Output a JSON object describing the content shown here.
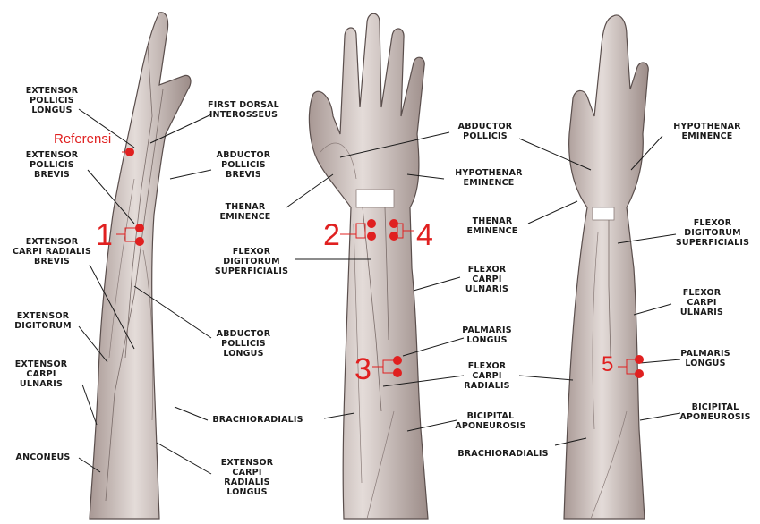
{
  "colors": {
    "marker": "#e02020",
    "leader": "#1a1a1a",
    "skin": "#dcd4d0",
    "muscle": "#b9aaa6"
  },
  "markers": {
    "ref": "Referensi",
    "m1": "1",
    "m2": "2",
    "m3": "3",
    "m4": "4",
    "m5": "5"
  },
  "labels": {
    "epl": "EXTENSOR\nPOLLICIS\nLONGUS",
    "fdi": "FIRST DORSAL\nINTEROSSEUS",
    "epb": "EXTENSOR\nPOLLICIS\nBREVIS",
    "apb": "ABDUCTOR\nPOLLICIS\nBREVIS",
    "ecrb": "EXTENSOR\nCARPI RADIALIS\nBREVIS",
    "ed": "EXTENSOR\nDIGITORUM",
    "ecu": "EXTENSOR\nCARPI\nULNARIS",
    "anc": "ANCONEUS",
    "apl": "ABDUCTOR\nPOLLICIS\nLONGUS",
    "br1": "BRACHIORADIALIS",
    "ecrl": "EXTENSOR\nCARPI\nRADIALIS\nLONGUS",
    "ap2": "ABDUCTOR\nPOLLICIS",
    "hyp2": "HYPOTHENAR\nEMINENCE",
    "thn2": "THENAR\nEMINENCE",
    "fds2": "FLEXOR\nDIGITORUM\nSUPERFICIALIS",
    "fcu2": "FLEXOR\nCARPI\nULNARIS",
    "pl2": "PALMARIS\nLONGUS",
    "fcr2": "FLEXOR\nCARPI\nRADIALIS",
    "ba2": "BICIPITAL\nAPONEUROSIS",
    "br2": "BRACHIORADIALIS",
    "thn3": "THENAR\nEMINENCE",
    "hyp3": "HYPOTHENAR\nEMINENCE",
    "fds3": "FLEXOR\nDIGITORUM\nSUPERFICIALIS",
    "fcu3": "FLEXOR\nCARPI\nULNARIS",
    "pl3": "PALMARIS\nLONGUS",
    "ba3": "BICIPITAL\nAPONEUROSIS"
  }
}
